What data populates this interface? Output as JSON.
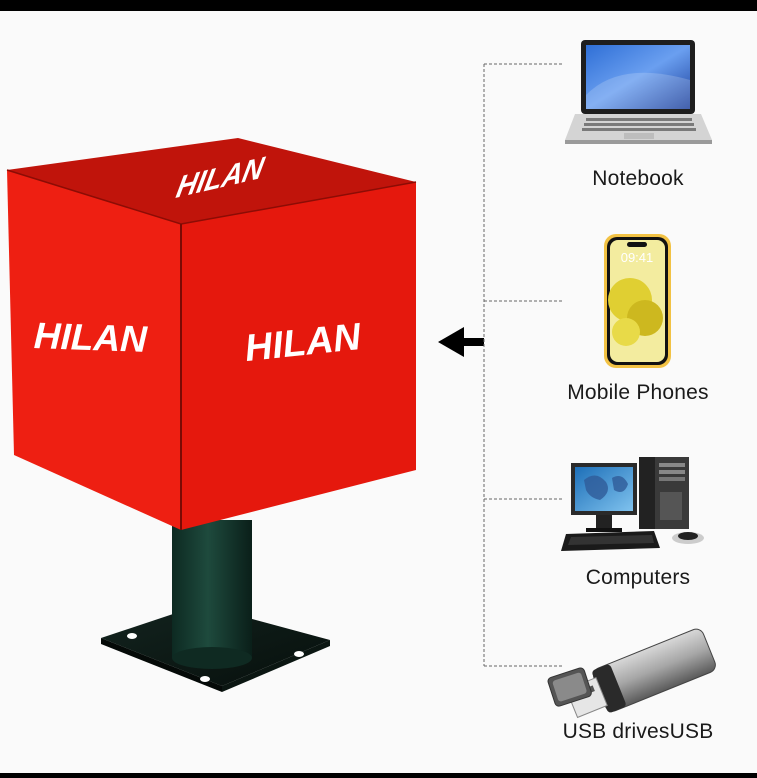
{
  "cube": {
    "top_text": "HILAN",
    "left_text": "HILAN",
    "right_text": "HILAN",
    "color": "#e8180c"
  },
  "devices": [
    {
      "label": "Notebook",
      "icon": "laptop-icon"
    },
    {
      "label": "Mobile Phones",
      "icon": "smartphone-icon"
    },
    {
      "label": "Computers",
      "icon": "desktop-computer-icon"
    },
    {
      "label": "USB drivesUSB",
      "icon": "usb-drive-icon"
    }
  ],
  "arrow": {
    "icon": "arrow-left-icon"
  }
}
